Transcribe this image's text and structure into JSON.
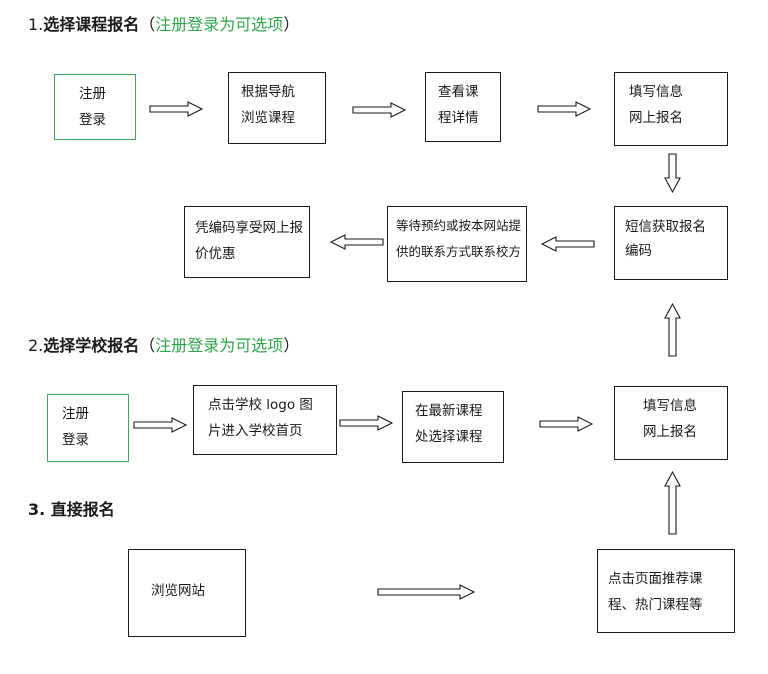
{
  "section1": {
    "prefix": "1.",
    "title": "选择课程报名",
    "paren_open": "（",
    "note": "注册登录为可选项",
    "paren_close": "）"
  },
  "section2": {
    "prefix": "2.",
    "title": "选择学校报名",
    "paren_open": "（",
    "note": "注册登录为可选项",
    "paren_close": "）"
  },
  "section3": {
    "title": "3. 直接报名"
  },
  "flow1": {
    "register": [
      "注册",
      "登录"
    ],
    "browse": [
      "根据导航",
      "浏览课程"
    ],
    "details": [
      "查看课",
      "程详情"
    ],
    "fill": [
      "填写信息",
      "网上报名"
    ],
    "sms": [
      "短信获取报名",
      "编码"
    ],
    "wait": [
      "等待预约或按本网站提",
      "供的联系方式联系校方"
    ],
    "discount": [
      "凭编码享受网上报",
      "价优惠"
    ]
  },
  "flow2": {
    "register": [
      "注册",
      "登录"
    ],
    "logo": [
      "点击学校 logo 图",
      "片进入学校首页"
    ],
    "latest": [
      "在最新课程",
      "处选择课程"
    ],
    "fill": [
      "填写信息",
      "网上报名"
    ]
  },
  "flow3": {
    "browse": [
      "浏览网站"
    ],
    "recommend": [
      "点击页面推荐课",
      "程、热门课程等"
    ]
  }
}
